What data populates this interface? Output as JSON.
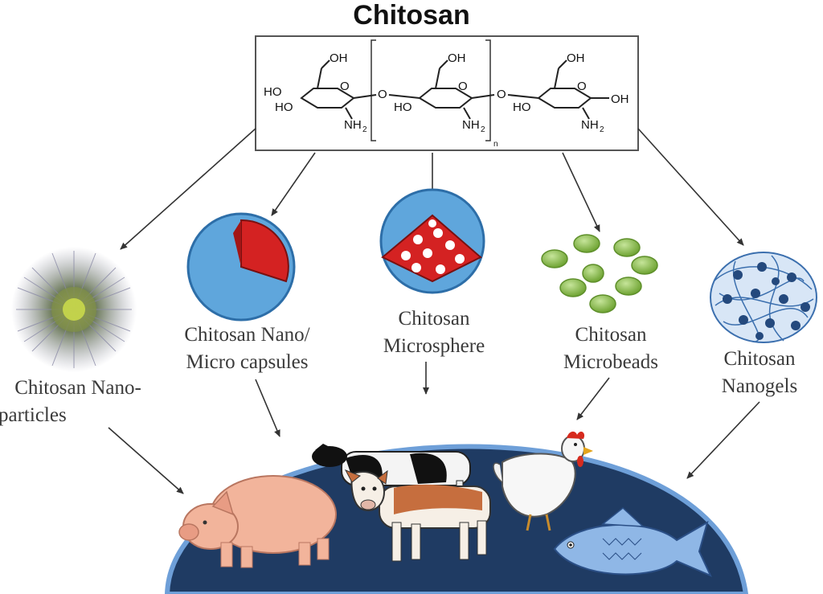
{
  "title": "Chitosan",
  "structure": {
    "oh": "OH",
    "ho": "HO",
    "o": "O",
    "nh2": "NH",
    "sub2": "2",
    "n": "n"
  },
  "forms": [
    {
      "line1": "Chitosan Nano-",
      "line2": "particles"
    },
    {
      "line1": "Chitosan Nano/",
      "line2": "Micro capsules"
    },
    {
      "line1": "Chitosan",
      "line2": "Microsphere"
    },
    {
      "line1": "Chitosan",
      "line2": "Microbeads"
    },
    {
      "line1": "Chitosan",
      "line2": "Nanogels"
    }
  ],
  "colors": {
    "dome": "#1f3b63",
    "dome_rim": "#6e9fd8",
    "capsule_blue": "#5fa6dc",
    "capsule_red": "#d42222",
    "bead_green": "#8fc349",
    "nanogel_blue": "#2a5a98",
    "pig": "#f2b49b"
  },
  "icons": [
    "nanoparticle-icon",
    "nanocapsule-icon",
    "microsphere-icon",
    "microbeads-icon",
    "nanogel-icon",
    "pig-icon",
    "cow-icon",
    "calf-icon",
    "hen-icon",
    "fish-icon"
  ]
}
